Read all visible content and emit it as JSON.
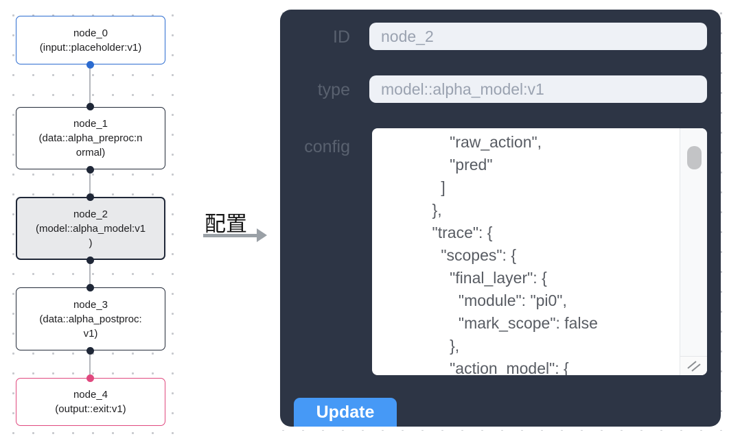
{
  "graph": {
    "nodes": [
      {
        "id": "node_0",
        "lines": [
          "node_0",
          "(input::placeholder:v1)"
        ],
        "border_color": "#2b6bd0",
        "bg": "#ffffff",
        "selected": false
      },
      {
        "id": "node_1",
        "lines": [
          "node_1",
          "(data::alpha_preproc:n",
          "ormal)"
        ],
        "border_color": "#222a38",
        "bg": "#ffffff",
        "selected": false
      },
      {
        "id": "node_2",
        "lines": [
          "node_2",
          "(model::alpha_model:v1",
          ")"
        ],
        "border_color": "#1f2737",
        "bg": "#e8e9eb",
        "selected": true
      },
      {
        "id": "node_3",
        "lines": [
          "node_3",
          "(data::alpha_postproc:",
          "v1)"
        ],
        "border_color": "#222a38",
        "bg": "#ffffff",
        "selected": false
      },
      {
        "id": "node_4",
        "lines": [
          "node_4",
          "(output::exit:v1)"
        ],
        "border_color": "#e0487e",
        "bg": "#ffffff",
        "selected": false
      }
    ],
    "colors": {
      "edge": "#b4b7bc",
      "port_dark": "#1f2737",
      "port_blue": "#2b6bd0",
      "port_pink": "#e0487e"
    }
  },
  "transfer": {
    "label": "配置"
  },
  "panel": {
    "colors": {
      "bg": "#2d3545",
      "label": "#59616f",
      "input_bg": "#eef1f6",
      "input_text": "#9aa2b0",
      "config_text": "#585c63",
      "update_bg": "#4699f6",
      "update_text": "#ffffff"
    },
    "id_field": {
      "label": "ID",
      "value": "node_2"
    },
    "type_field": {
      "label": "type",
      "value": "model::alpha_model:v1"
    },
    "config_field": {
      "label": "config",
      "visible_lines": [
        "        \"raw_action\",",
        "        \"pred\"",
        "      ]",
        "    },",
        "    \"trace\": {",
        "      \"scopes\": {",
        "        \"final_layer\": {",
        "          \"module\": \"pi0\",",
        "          \"mark_scope\": false",
        "        },",
        "        \"action_model\": {"
      ]
    },
    "update_label": "Update"
  }
}
